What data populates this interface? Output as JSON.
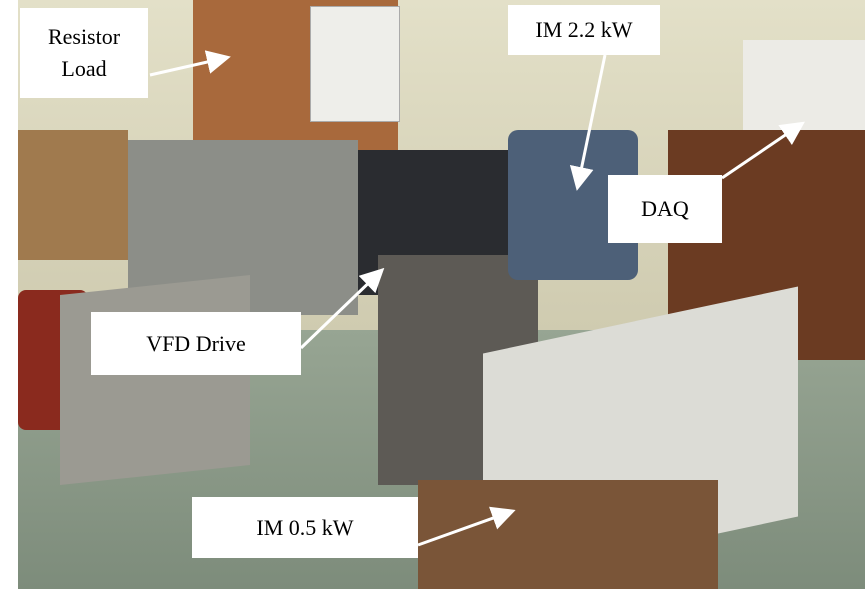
{
  "figure": {
    "labels": {
      "resistor_load": "Resistor Load",
      "im_2_2": "IM 2.2 kW",
      "daq": "DAQ",
      "vfd_drive": "VFD Drive",
      "im_0_5": "IM 0.5 kW"
    },
    "colors": {
      "wall": "#d8d6c0",
      "floor": "#8a9a88",
      "arrow": "#ffffff"
    }
  }
}
